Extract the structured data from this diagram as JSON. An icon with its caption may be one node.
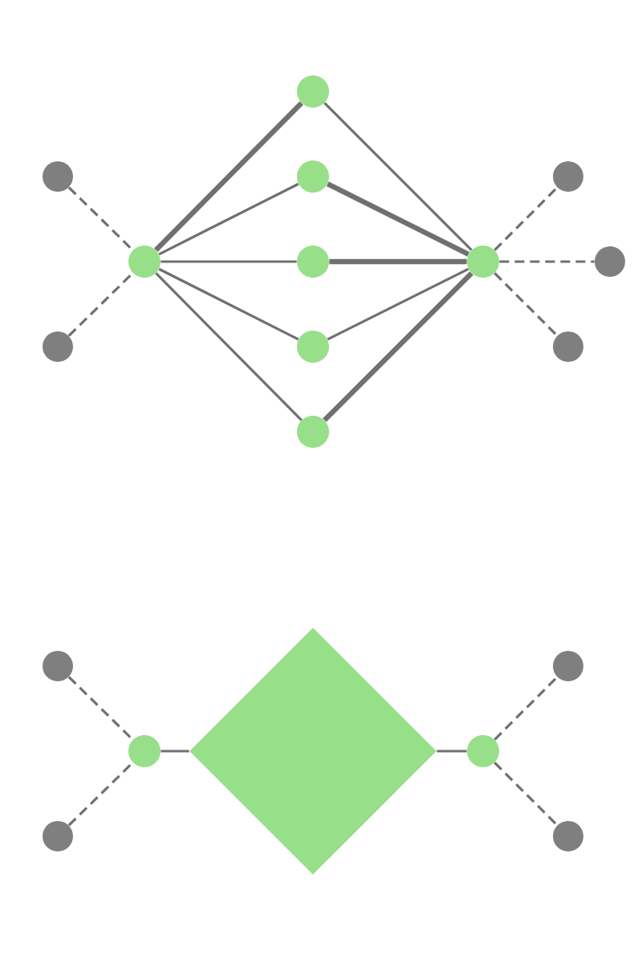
{
  "diagram": {
    "nodes": [
      {
        "text": [],
        "shape": "circle"
      },
      {
        "text": [],
        "shape": "circle"
      },
      {
        "text": [],
        "shape": "circle"
      },
      {
        "text": [],
        "shape": "circle"
      },
      {
        "text": [],
        "shape": "circle"
      },
      {
        "text": [],
        "shape": "circle"
      },
      {
        "text": [],
        "shape": "circle"
      },
      {
        "text": [],
        "shape": "circle"
      },
      {
        "text": [],
        "shape": "circle"
      },
      {
        "text": [],
        "shape": "circle"
      },
      {
        "text": [],
        "shape": "circle"
      },
      {
        "text": [],
        "shape": "circle"
      },
      {
        "text": [],
        "shape": "circle"
      },
      {
        "text": [],
        "shape": "circle"
      },
      {
        "text": [],
        "shape": "circle"
      },
      {
        "text": [],
        "shape": "diamond"
      },
      {
        "text": [],
        "shape": "circle"
      },
      {
        "text": [],
        "shape": "circle"
      },
      {
        "text": [],
        "shape": "circle"
      }
    ],
    "edges": [
      {
        "from": 0,
        "to": 2,
        "arrow": "none",
        "style": "dashed"
      },
      {
        "from": 1,
        "to": 2,
        "arrow": "none",
        "style": "dashed"
      },
      {
        "from": 2,
        "to": 3,
        "arrow": "none",
        "style": "thick"
      },
      {
        "from": 2,
        "to": 4,
        "arrow": "none"
      },
      {
        "from": 2,
        "to": 5,
        "arrow": "none"
      },
      {
        "from": 2,
        "to": 6,
        "arrow": "none"
      },
      {
        "from": 2,
        "to": 7,
        "arrow": "none"
      },
      {
        "from": 3,
        "to": 8,
        "arrow": "none"
      },
      {
        "from": 4,
        "to": 8,
        "arrow": "none",
        "style": "thick"
      },
      {
        "from": 5,
        "to": 8,
        "arrow": "none",
        "style": "thick"
      },
      {
        "from": 6,
        "to": 8,
        "arrow": "none"
      },
      {
        "from": 7,
        "to": 8,
        "arrow": "none",
        "style": "thick"
      },
      {
        "from": 8,
        "to": 9,
        "arrow": "none",
        "style": "dashed"
      },
      {
        "from": 8,
        "to": 10,
        "arrow": "none",
        "style": "dashed"
      },
      {
        "from": 8,
        "to": 11,
        "arrow": "none",
        "style": "dashed"
      },
      {
        "from": 12,
        "to": 14,
        "arrow": "none",
        "style": "dashed"
      },
      {
        "from": 13,
        "to": 14,
        "arrow": "none",
        "style": "dashed"
      },
      {
        "from": 14,
        "to": 15,
        "arrow": "none"
      },
      {
        "from": 15,
        "to": 16,
        "arrow": "none"
      },
      {
        "from": 16,
        "to": 17,
        "arrow": "none",
        "style": "dashed"
      },
      {
        "from": 16,
        "to": 18,
        "arrow": "none",
        "style": "dashed"
      }
    ]
  }
}
